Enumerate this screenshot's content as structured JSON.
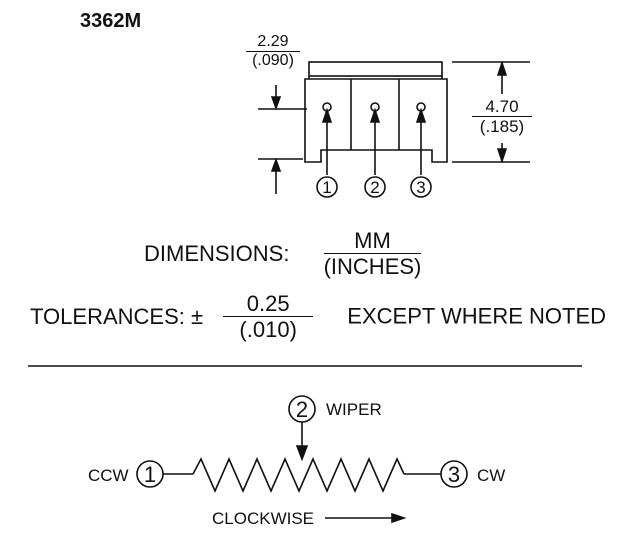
{
  "title": "3362M",
  "dimension_top": {
    "mm": "2.29",
    "inches": "(.090)"
  },
  "dimension_right": {
    "mm": "4.70",
    "inches": "(.185)"
  },
  "pins": [
    "1",
    "2",
    "3"
  ],
  "dimensions_legend": {
    "label": "DIMENSIONS:",
    "numerator": "MM",
    "denominator": "(INCHES)"
  },
  "tolerances": {
    "label": "TOLERANCES: ±",
    "numerator": "0.25",
    "denominator": "(.010)",
    "note": "EXCEPT WHERE NOTED"
  },
  "schematic": {
    "ccw_label": "CCW",
    "cw_label": "CW",
    "wiper_label": "WIPER",
    "clockwise_label": "CLOCKWISE",
    "terminals": [
      "1",
      "2",
      "3"
    ]
  }
}
